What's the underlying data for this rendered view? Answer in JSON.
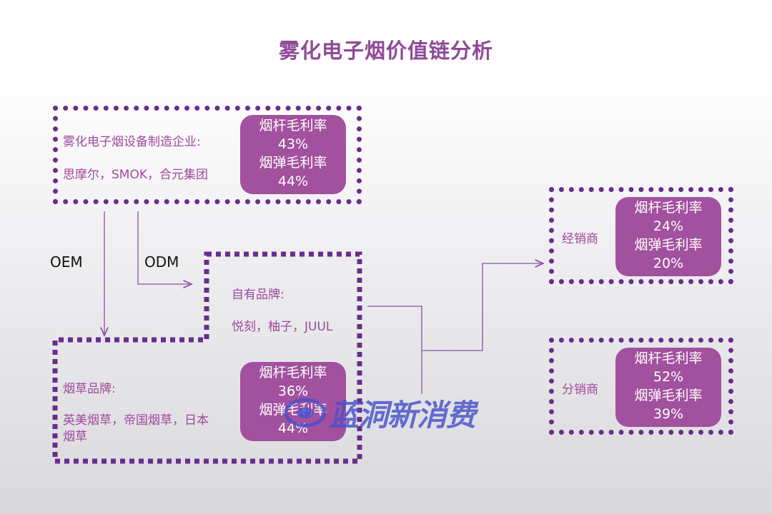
{
  "title": "雾化电子烟价值链分析",
  "manufacturer": {
    "label": "雾化电子烟设备制造企业:",
    "companies": "思摩尔，SMOK，合元集团",
    "margins": [
      "烟杆毛利率",
      "43%",
      "烟弹毛利率",
      "44%"
    ]
  },
  "flows": {
    "oem": "OEM",
    "odm": "ODM"
  },
  "own_brand": {
    "label": "自有品牌:",
    "companies": "悦刻，柚子，JUUL"
  },
  "tobacco_brand": {
    "label": "烟草品牌:",
    "companies_line1": "英美烟草，帝国烟草，日本",
    "companies_line2": "烟草",
    "margins": [
      "烟杆毛利率",
      "36%",
      "烟弹毛利率",
      "44%"
    ]
  },
  "distributor": {
    "label": "经销商",
    "margins": [
      "烟杆毛利率",
      "24%",
      "烟弹毛利率",
      "20%"
    ]
  },
  "sub_distributor": {
    "label": "分销商",
    "margins": [
      "烟杆毛利率",
      "52%",
      "烟弹毛利率",
      "39%"
    ]
  },
  "watermark": "蓝洞新消费",
  "colors": {
    "accent": "#a2519e",
    "frame": "#6a2d8c",
    "text": "#a0489c"
  }
}
